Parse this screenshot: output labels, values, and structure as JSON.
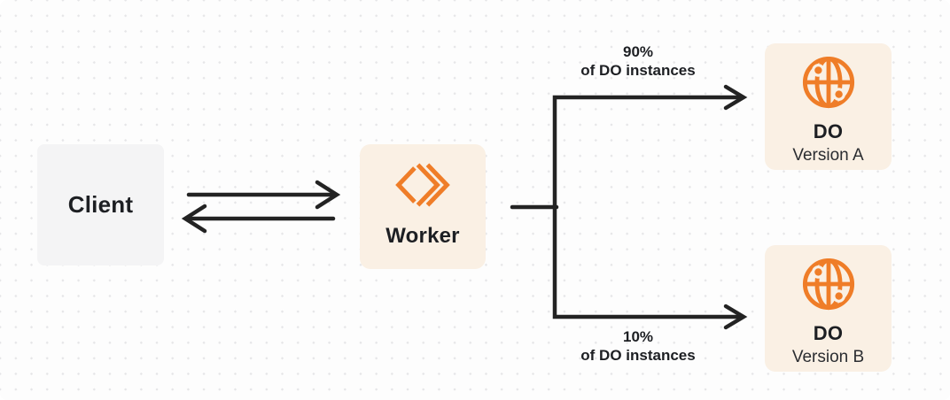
{
  "theme": {
    "accent": "#ef7d28",
    "cream": "#faf0e4",
    "gray-box": "#f4f4f5",
    "line": "#232323",
    "ink": "#1d1f23",
    "dot": "#e6e6e8",
    "bg": "#fdfdfd"
  },
  "diagram": {
    "nodes": {
      "client": {
        "label": "Client"
      },
      "worker": {
        "label": "Worker",
        "icon": "workers-icon"
      },
      "do_version_a": {
        "title": "DO",
        "subtitle": "Version A",
        "icon": "globe-icon"
      },
      "do_version_b": {
        "title": "DO",
        "subtitle": "Version B",
        "icon": "globe-icon"
      }
    },
    "edges": {
      "client_worker": {
        "type": "bidirectional-arrows"
      },
      "split_top": {
        "label_line1": "90%",
        "label_line2": "of DO instances"
      },
      "split_bottom": {
        "label_line1": "10%",
        "label_line2": "of DO instances"
      }
    }
  }
}
